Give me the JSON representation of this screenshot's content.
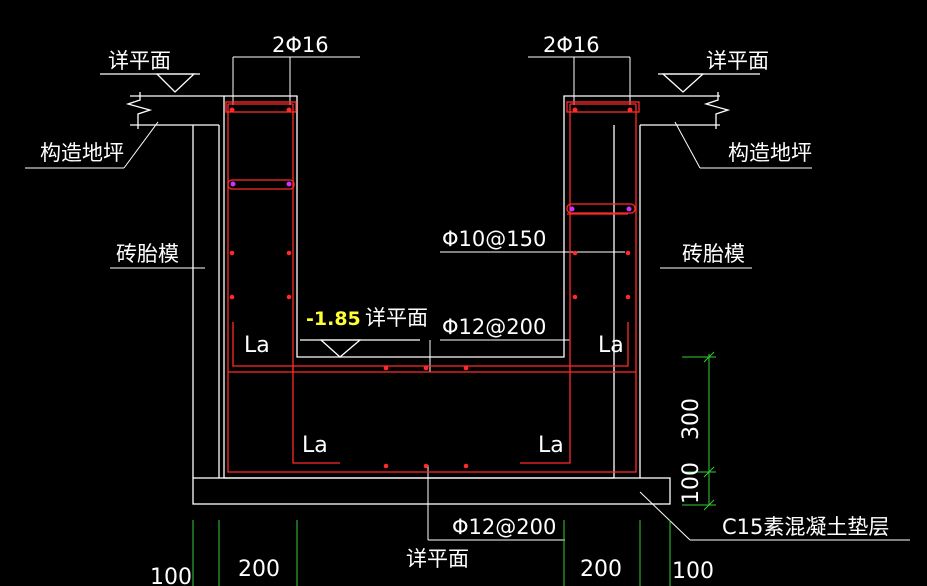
{
  "labels": {
    "bar_top_left": "2Φ16",
    "bar_top_right": "2Φ16",
    "detail_plan_top_left": "详平面",
    "detail_plan_top_right": "详平面",
    "structural_floor_left": "构造地坪",
    "structural_floor_right": "构造地坪",
    "brick_form_left": "砖胎模",
    "brick_form_right": "砖胎模",
    "stirrup_wall": "Φ10@150",
    "elevation_note": "-1.85",
    "detail_plan_mid": "详平面",
    "bar_top_slab": "Φ12@200",
    "bar_bottom_slab": "Φ12@200",
    "detail_plan_bottom": "详平面",
    "anchor_upper_left": "La",
    "anchor_upper_right": "La",
    "anchor_lower_left": "La",
    "anchor_lower_right": "La",
    "cushion_layer": "C15素混凝土垫层"
  },
  "dimensions": {
    "height_300": "300",
    "height_100": "100",
    "width_100_left": "100",
    "width_200_left": "200",
    "width_200_right": "200",
    "width_100_right": "100"
  },
  "colors": {
    "background": "#000000",
    "outline": "#ffffff",
    "rebar": "#ff2a2a",
    "dimension": "#33cc33",
    "annotation": "#ffff33",
    "special_bar": "#cc33ff"
  }
}
